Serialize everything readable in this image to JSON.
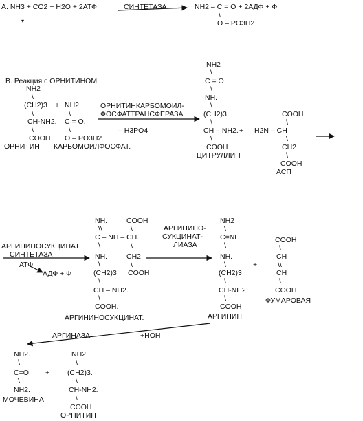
{
  "sectionA": {
    "equation": "А. NH3  + CO2  + H2O  + 2АТФ",
    "enzyme": "СИНТЕТАЗА",
    "product_main": "NH2 – C = O   +  2АДФ   +   Ф",
    "product_bond": "\\",
    "product_group": "O – PO3H2",
    "mark": "▾"
  },
  "sectionB": {
    "title": "B. Реакция с ОРНИТИНОМ.",
    "ornithine": {
      "lines": [
        "NH2",
        "\\",
        "(CH2)3",
        "\\",
        "CH-NH2.",
        "\\",
        "COOH"
      ],
      "name": "ОРНИТИН"
    },
    "plus1": "+",
    "carbamoyl": {
      "lines": [
        "NH2.",
        "\\",
        "C = O.",
        "\\",
        "O – PO3H2"
      ],
      "name": "КАРБОМОИЛФОСФАТ."
    },
    "enzyme1": [
      "ОРНИТИНКАРБОМОИЛ-",
      "ФОСФАТТРАНСФЕРАЗА",
      "– H3PO4"
    ],
    "citrulline": {
      "lines": [
        "NH2",
        "\\",
        "C = O",
        "\\",
        "NH.",
        "\\",
        "(CH2)3",
        "\\",
        "CH – NH2.",
        "\\",
        "COOH"
      ],
      "name": "ЦИТРУЛЛИН"
    },
    "plus2": "+",
    "asp": {
      "cooh_top": "COOH",
      "bond_top": "\\",
      "amine": "H2N – CH",
      "lines": [
        "\\",
        "CH2",
        "\\",
        "COOH"
      ],
      "name": "АСП"
    }
  },
  "sectionC": {
    "enzyme2": [
      "АРГИНИНОСУКЦИНАТ",
      "СИНТЕТАЗА"
    ],
    "atp": "АТФ",
    "adp": "АДФ + Ф",
    "argsucc_left": [
      "NH.",
      "\\\\",
      "C – NH – CH.",
      "\\",
      "NH.",
      "\\",
      "(CH2)3",
      "\\",
      "CH – NH2.",
      "\\",
      "COOH."
    ],
    "argsucc_right": [
      "COOH",
      "\\",
      "",
      "\\",
      "CH2",
      "\\",
      "COOH"
    ],
    "argsucc_name": "АРГИНИНОСУКЦИНАТ.",
    "enzyme3": [
      "АРГИНИНО-",
      "СУКЦИНАТ-",
      "ЛИАЗА"
    ],
    "arginine": {
      "lines": [
        "NH2",
        "\\",
        "C=NH",
        "\\",
        "NH.",
        "\\",
        "(CH2)3",
        "\\",
        "CH-NH2",
        "\\",
        "COOH"
      ],
      "name": "АРГИНИН"
    },
    "plus3": "+",
    "fumarate": {
      "lines": [
        "COOH",
        "\\",
        "CH",
        "\\\\",
        "CH",
        "\\",
        "COOH"
      ],
      "name": "ФУМАРОВАЯ"
    }
  },
  "sectionD": {
    "enzyme4": "АРГИНАЗА",
    "water": "+HOH",
    "urea": {
      "lines": [
        "NH2.",
        "\\",
        "C=O",
        "\\",
        "NH2."
      ],
      "name": "МОЧЕВИНА"
    },
    "plus4": "+",
    "ornithine2": {
      "lines": [
        "NH2.",
        "\\",
        "(CH2)3.",
        "\\",
        "CH-NH2.",
        "\\",
        "COOH"
      ],
      "name": "ОРНИТИН"
    }
  }
}
